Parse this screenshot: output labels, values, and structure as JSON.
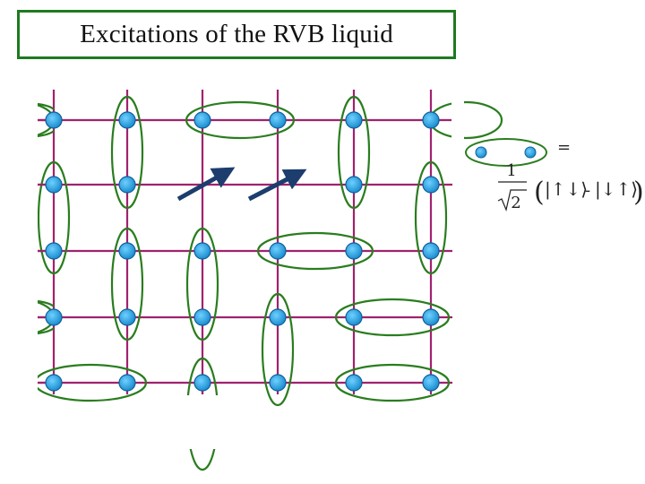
{
  "title": "Excitations of the RVB liquid",
  "colors": {
    "title_border": "#1e7a1e",
    "lattice": "#a0226e",
    "bond_ellipse": "#2a7d1f",
    "site_fill": "#1e9bd7",
    "site_stroke": "#0f5f9a",
    "spinon_arrow": "#1c3d6e"
  },
  "legend": {
    "equals": "=",
    "prefactor_numerator": "1",
    "prefactor_denominator": "2",
    "state_up_down": "|↑↓⟩",
    "minus": "-",
    "state_down_up": "|↓↑⟩",
    "lparen": "(",
    "rparen": ")"
  }
}
